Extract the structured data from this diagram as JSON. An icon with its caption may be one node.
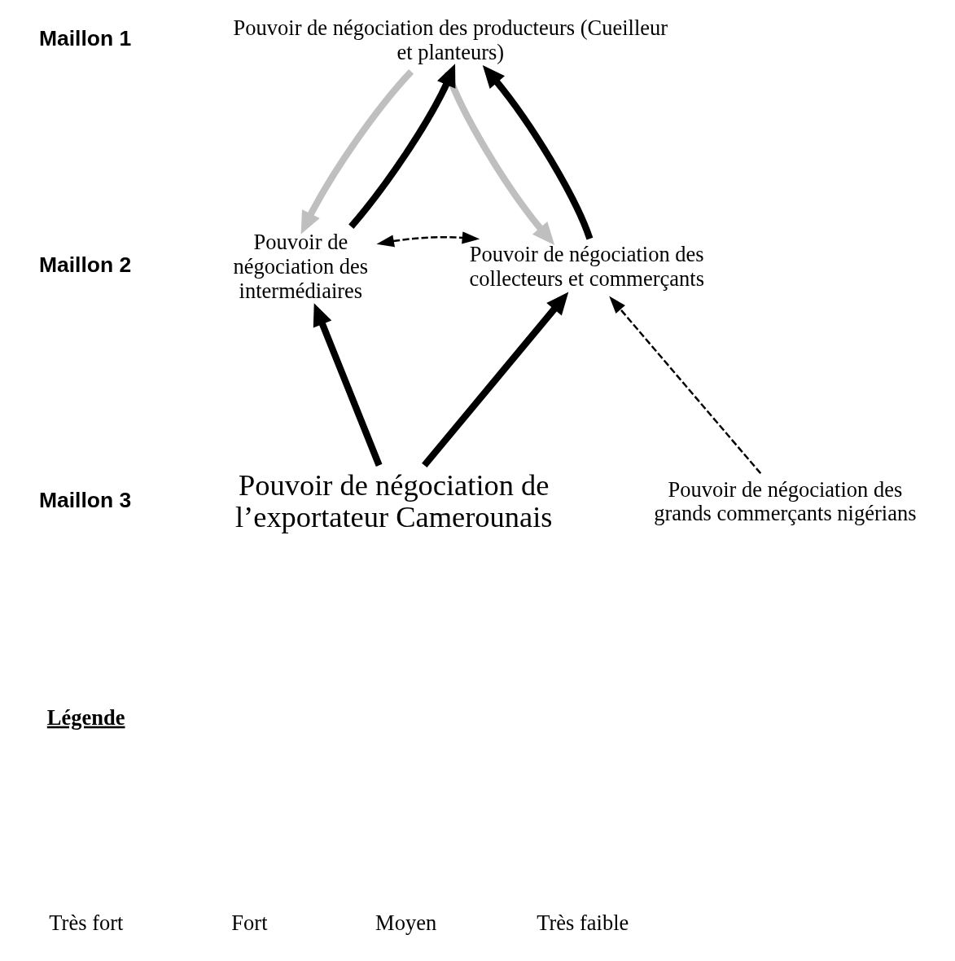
{
  "diagram": {
    "nodes": [
      {
        "text": [
          "Pouvoir de négociation des producteurs (Cueilleur et planteurs)"
        ]
      },
      {
        "text": [
          "Pouvoir de négociation des intermédiaires"
        ]
      },
      {
        "text": [
          "Pouvoir de négociation des collecteurs et commerçants"
        ]
      },
      {
        "text": [
          "Pouvoir de négociation de l’exportateur Camerounais"
        ]
      },
      {
        "text": [
          "Pouvoir de négociation des grands commerçants nigérians"
        ]
      }
    ],
    "edges": [
      {
        "from": 1,
        "to": 0,
        "arrow": "to"
      },
      {
        "from": 0,
        "to": 1,
        "arrow": "to",
        "color": "#bfbfbf"
      },
      {
        "from": 1,
        "to": 2,
        "arrow": "both",
        "style": "dashed"
      },
      {
        "from": 0,
        "to": 2,
        "arrow": "to",
        "color": "#bfbfbf"
      },
      {
        "from": 2,
        "to": 0,
        "arrow": "to"
      },
      {
        "from": 3,
        "to": 1,
        "arrow": "to"
      },
      {
        "from": 3,
        "to": 2,
        "arrow": "to"
      },
      {
        "from": 4,
        "to": 2,
        "arrow": "to",
        "style": "dashed"
      }
    ],
    "labels": [
      "Maillon 1",
      "Maillon 2",
      "Maillon 3",
      "Légende"
    ],
    "legend": [
      {
        "text": "Très fort"
      },
      {
        "text": "Fort"
      },
      {
        "text": "Moyen"
      },
      {
        "text": "Très faible"
      }
    ]
  }
}
